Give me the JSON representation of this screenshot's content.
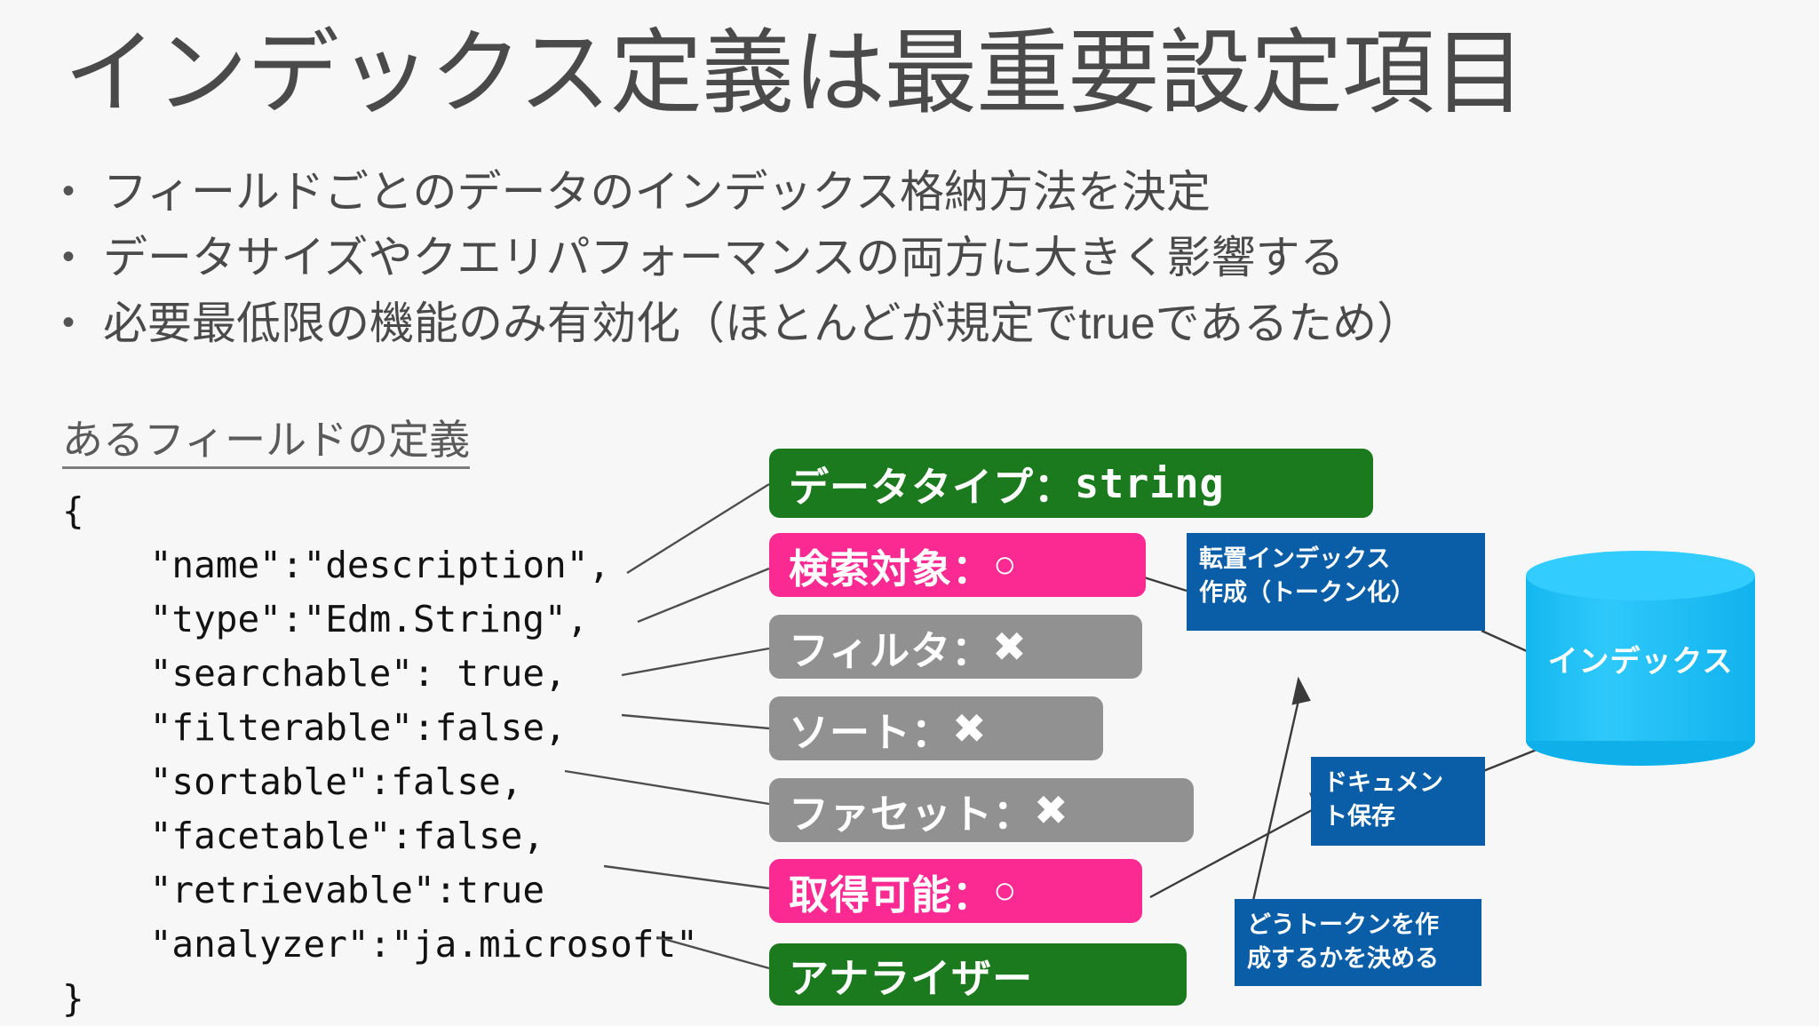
{
  "slide": {
    "title": "インデックス定義は最重要設定項目",
    "background_color": "#f7f7f7",
    "text_color": "#4a4a4a"
  },
  "bullets": [
    {
      "marker": "•",
      "text": "フィールドごとのデータのインデックス格納方法を決定"
    },
    {
      "marker": "•",
      "text": "データサイズやクエリパフォーマンスの両方に大きく影響する"
    },
    {
      "marker": "•",
      "text": "必要最低限の機能のみ有効化（ほとんどが規定でtrueであるため）"
    }
  ],
  "code_panel": {
    "caption": "あるフィールドの定義",
    "lines": [
      "{",
      "    \"name\":\"description\",",
      "    \"type\":\"Edm.String\",",
      "    \"searchable\": true,",
      "    \"filterable\":false,",
      "    \"sortable\":false,",
      "    \"facetable\":false,",
      "    \"retrievable\":true",
      "    \"analyzer\":\"ja.microsoft\"",
      "}"
    ]
  },
  "labels": [
    {
      "id": "datatype",
      "text": "データタイプ：",
      "value": "string",
      "color": "#1a7a1d",
      "style": "green"
    },
    {
      "id": "searchable",
      "text": "検索対象：",
      "value": "○",
      "color": "#fa2a92",
      "style": "pink"
    },
    {
      "id": "filterable",
      "text": "フィルタ：",
      "value": "✖",
      "color": "#919191",
      "style": "gray"
    },
    {
      "id": "sortable",
      "text": "ソート：",
      "value": "✖",
      "color": "#919191",
      "style": "gray"
    },
    {
      "id": "facetable",
      "text": "ファセット：",
      "value": "✖",
      "color": "#919191",
      "style": "gray"
    },
    {
      "id": "retrievable",
      "text": "取得可能：",
      "value": "○",
      "color": "#fa2a92",
      "style": "pink"
    },
    {
      "id": "analyzer",
      "text": "アナライザー",
      "value": "",
      "color": "#1a7a1d",
      "style": "green"
    }
  ],
  "notes": [
    {
      "id": "inverted-index",
      "text": "転置インデックス\n作成（トークン化）",
      "color": "#0a5ea8"
    },
    {
      "id": "document-store",
      "text": "ドキュメン\nト保存",
      "color": "#0a5ea8"
    },
    {
      "id": "tokenizer-rule",
      "text": "どうトークンを作\n成するかを決める",
      "color": "#0a5ea8"
    }
  ],
  "index_store": {
    "label": "インデックス",
    "color": "#2ec9fb"
  }
}
